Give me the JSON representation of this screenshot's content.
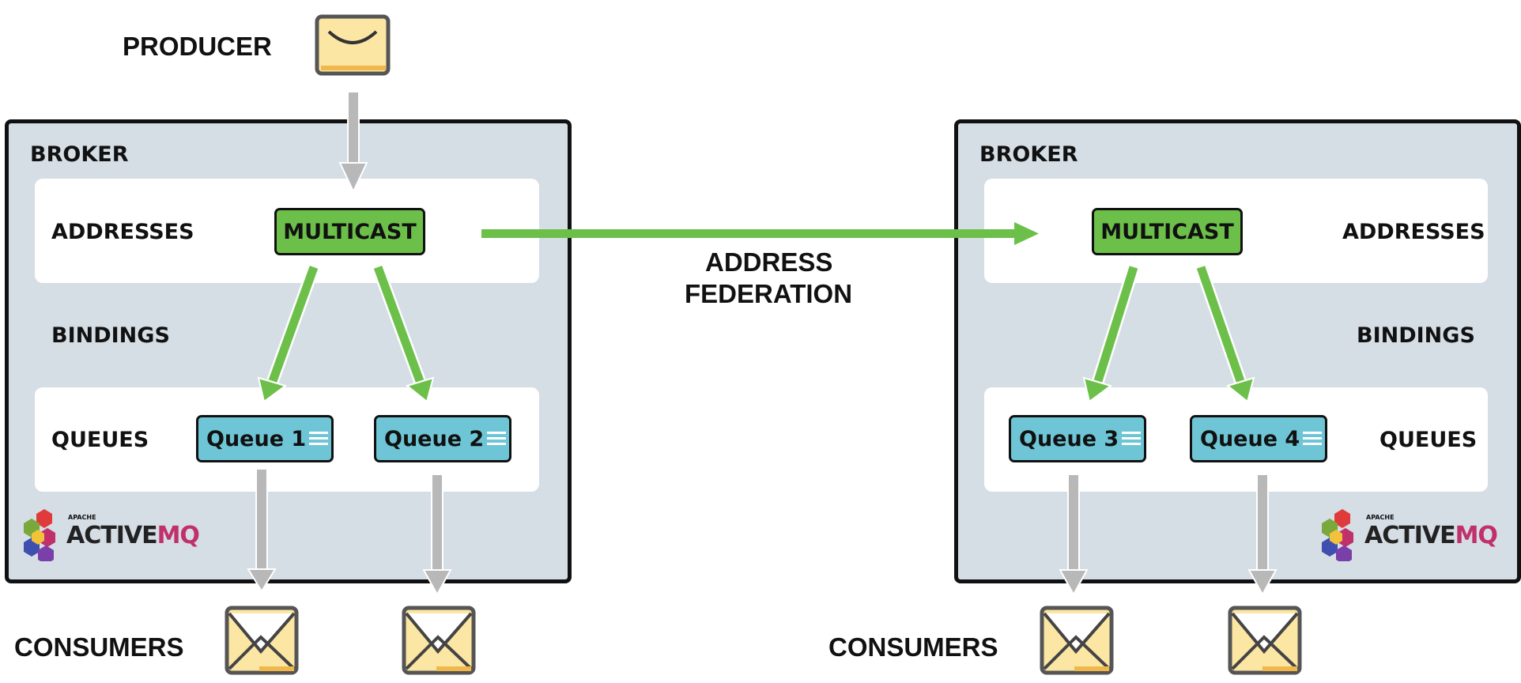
{
  "labels": {
    "producer": "PRODUCER",
    "consumers": "CONSUMERS",
    "broker": "BROKER",
    "addresses": "ADDRESSES",
    "bindings": "BINDINGS",
    "queues": "QUEUES",
    "multicast": "MULTICAST",
    "federation_line1": "ADDRESS",
    "federation_line2": "FEDERATION"
  },
  "queues": {
    "left": [
      "Queue 1",
      "Queue 2"
    ],
    "right": [
      "Queue 3",
      "Queue 4"
    ]
  },
  "logo": {
    "apache": "APACHE",
    "active": "ACTIVE",
    "mq": "MQ"
  },
  "colors": {
    "green": "#6cc04a",
    "queue_blue": "#6ec5d6",
    "broker_bg": "#d5dde5",
    "gray_arrow": "#b8b8b8",
    "envelope_fill": "#fbe6a4",
    "logo_mq": "#c0306a"
  },
  "icons": {
    "producer": "envelope-closed-icon",
    "consumer": "envelope-open-icon",
    "queue": "list-icon",
    "logo": "activemq-logo"
  }
}
